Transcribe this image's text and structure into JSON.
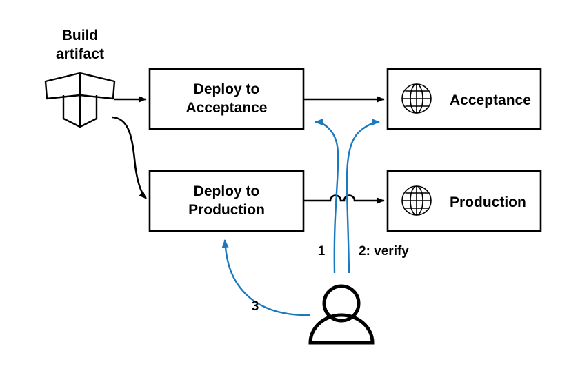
{
  "diagram": {
    "title_caption": {
      "line1": "Build",
      "line2": "artifact"
    },
    "nodes": [
      {
        "id": "deploy-acceptance",
        "label_line1": "Deploy to",
        "label_line2": "Acceptance",
        "icon": "none"
      },
      {
        "id": "deploy-production",
        "label_line1": "Deploy to",
        "label_line2": "Production",
        "icon": "none"
      },
      {
        "id": "acceptance",
        "label": "Acceptance",
        "icon": "globe-icon"
      },
      {
        "id": "production",
        "label": "Production",
        "icon": "globe-icon"
      }
    ],
    "icons": {
      "artifact": "box-icon",
      "actor": "person-icon",
      "environment": "globe-icon"
    },
    "step_labels": {
      "step1": "1",
      "step2": "2: verify",
      "step3": "3"
    },
    "colors": {
      "accent_blue": "#1a7abf",
      "stroke_black": "#000000",
      "background": "#ffffff"
    }
  }
}
